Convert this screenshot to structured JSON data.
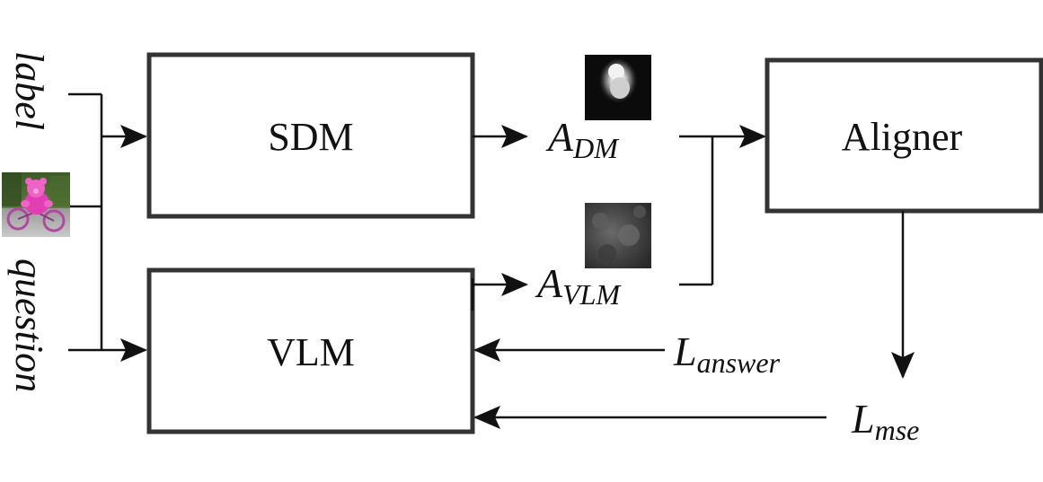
{
  "blocks": {
    "sdm": "SDM",
    "vlm": "VLM",
    "aligner": "Aligner"
  },
  "inputs": {
    "label": "label",
    "question": "question",
    "image": "teddy-bear-on-bicycle"
  },
  "outputs": {
    "a_dm": {
      "main": "A",
      "sub": "DM"
    },
    "a_vlm": {
      "main": "A",
      "sub": "VLM"
    },
    "l_answer": {
      "main": "L",
      "sub": "answer"
    },
    "l_mse": {
      "main": "L",
      "sub": "mse"
    }
  },
  "thumbnails": {
    "dm_attention": "attention-map",
    "vlm_attention": "attention-map"
  },
  "colors": {
    "stroke": "#333333",
    "line": "#111111",
    "pink": "#e23fb4"
  }
}
